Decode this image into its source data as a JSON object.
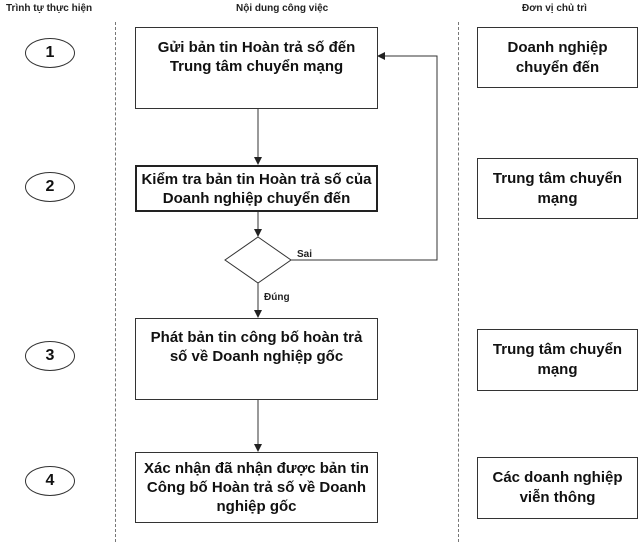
{
  "headers": {
    "sequence": "Trình tự thực hiện",
    "content": "Nội dung công việc",
    "owner": "Đơn vị chủ trì"
  },
  "steps": [
    {
      "number": "1",
      "task": "Gửi bản tin Hoàn trả số đến Trung tâm chuyển mạng",
      "owner": "Doanh nghiệp chuyển đến"
    },
    {
      "number": "2",
      "task": "Kiểm tra bản tin Hoàn trả số của Doanh nghiệp chuyển đến",
      "owner": "Trung tâm chuyển mạng"
    },
    {
      "number": "3",
      "task": "Phát bản tin công bố hoàn trả số về Doanh nghiệp gốc",
      "owner": "Trung tâm chuyển mạng"
    },
    {
      "number": "4",
      "task": "Xác nhận đã nhận được bản tin Công bố Hoàn trả số về Doanh nghiệp gốc",
      "owner": "Các doanh nghiệp viễn thông"
    }
  ],
  "decision": {
    "false_label": "Sai",
    "true_label": "Đúng"
  }
}
